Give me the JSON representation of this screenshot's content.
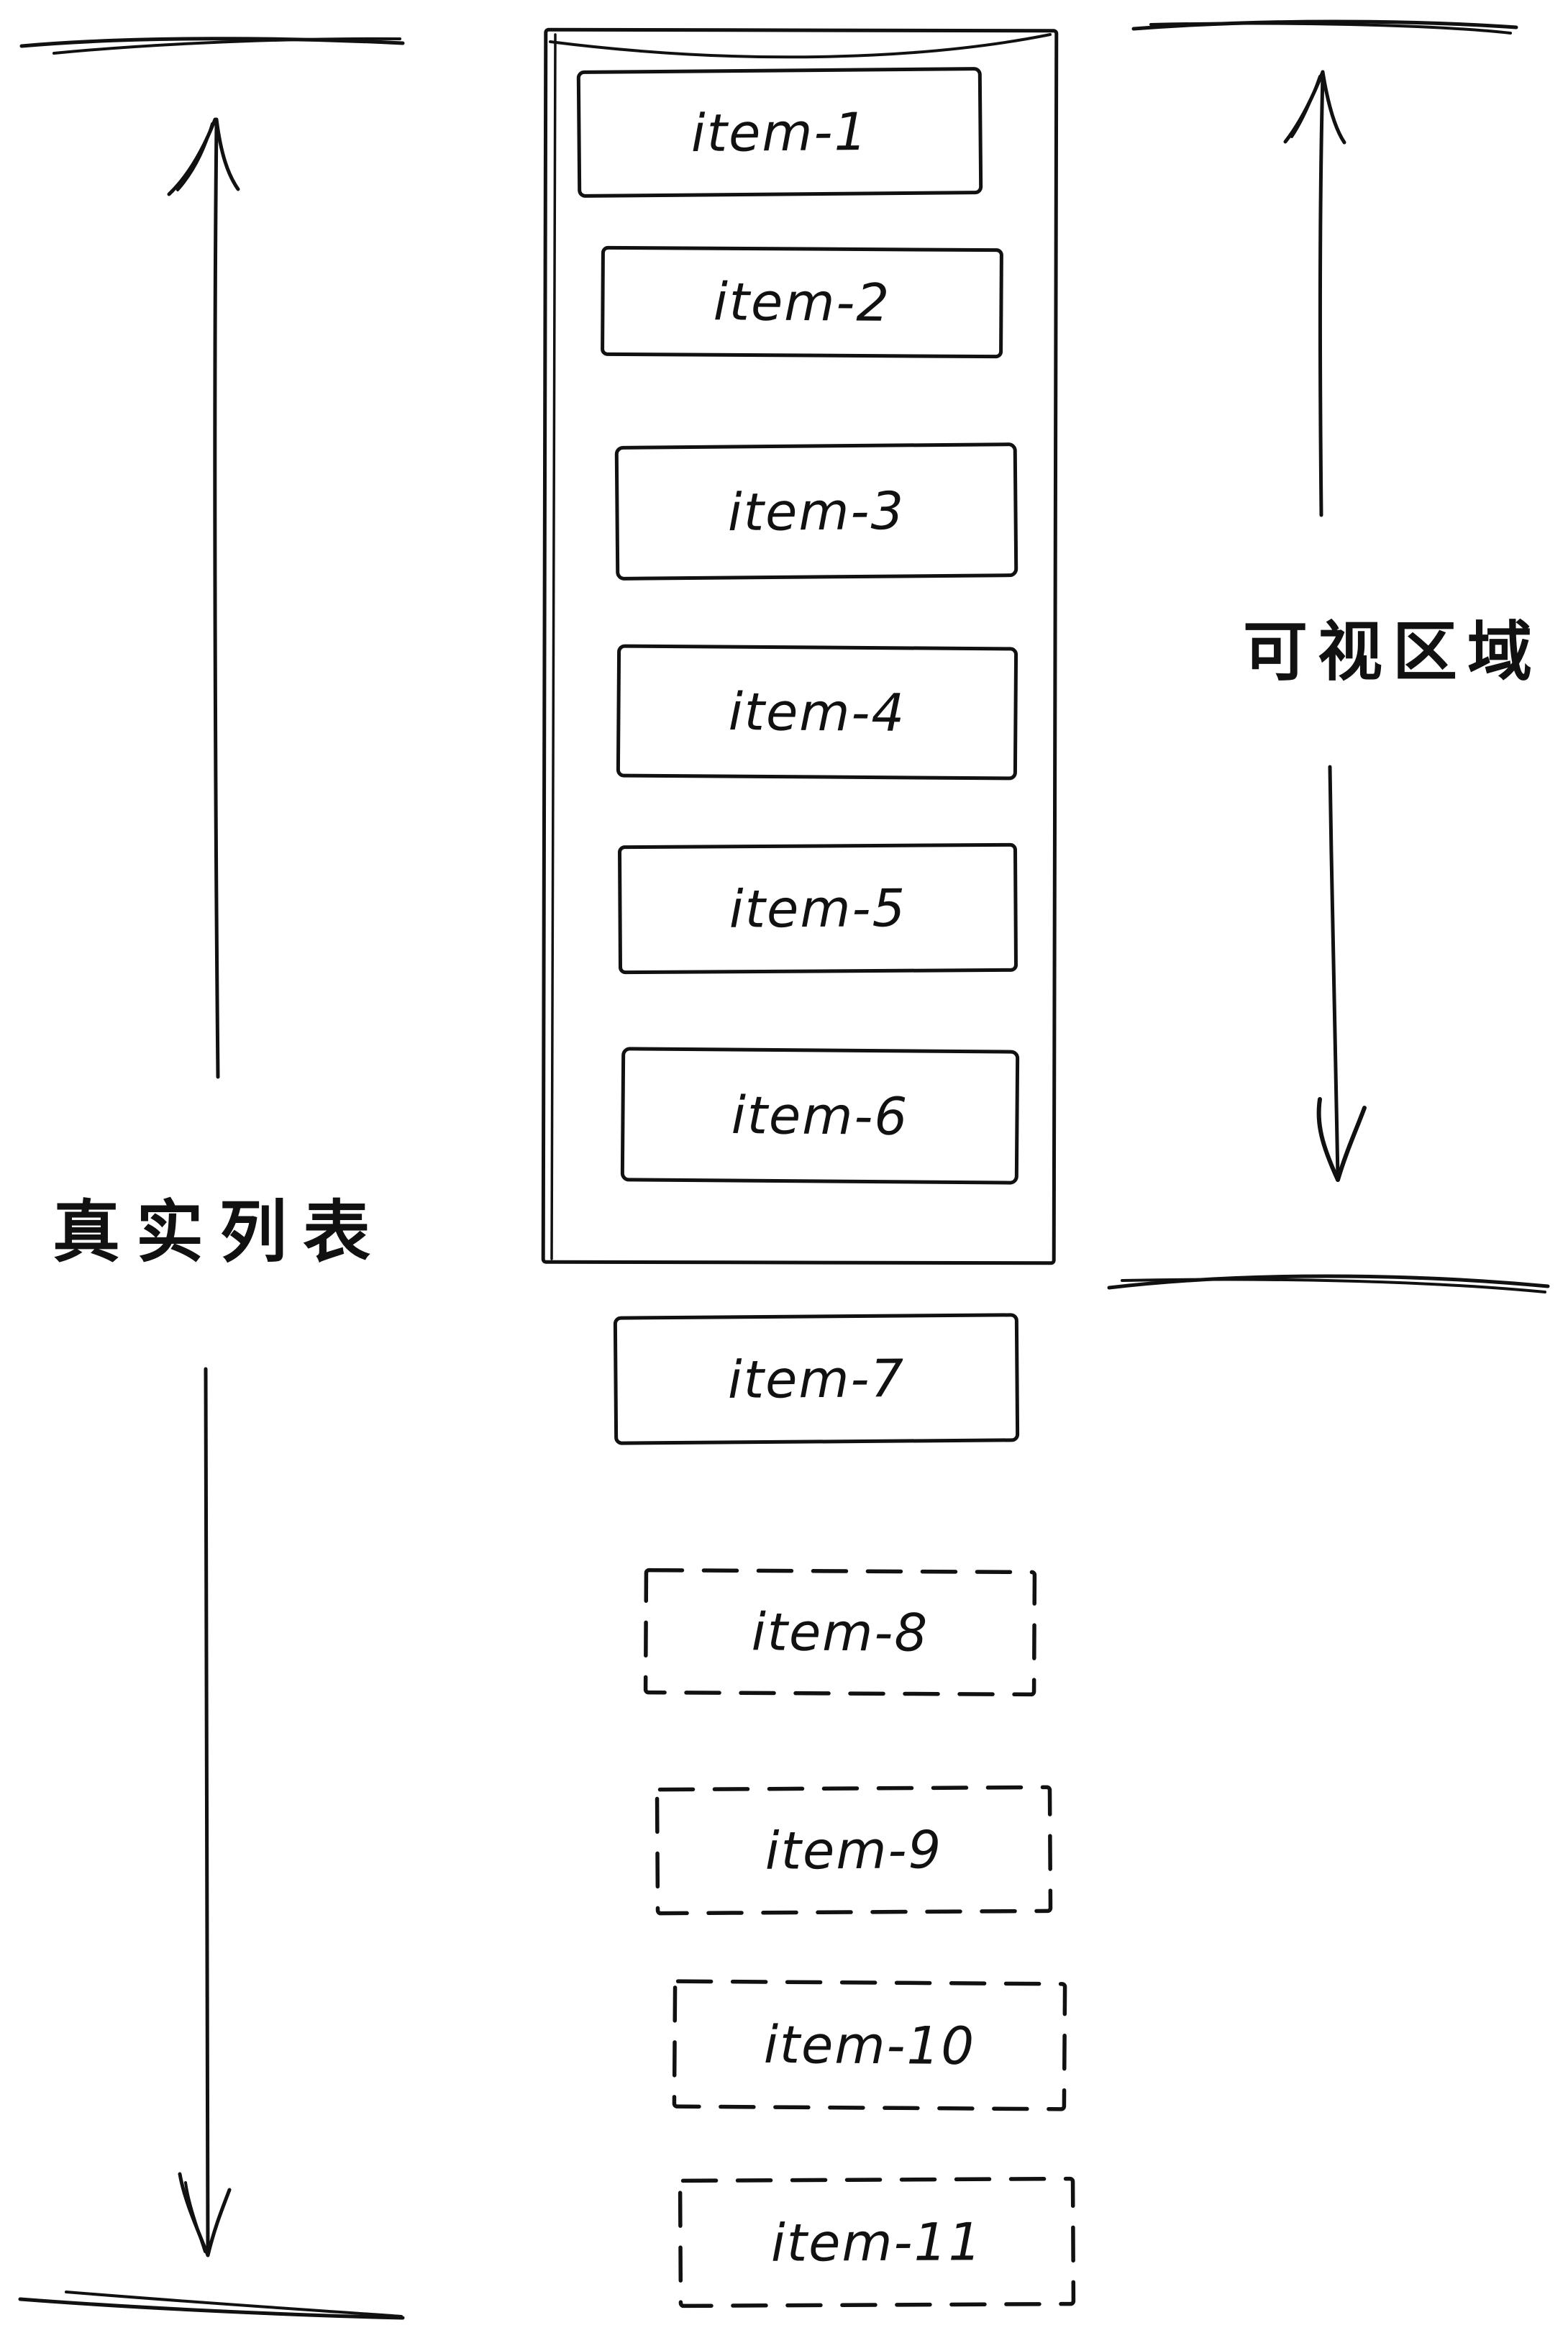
{
  "page": {
    "background": "#ffffff",
    "ink": "#111111"
  },
  "labels": {
    "real_list": "真实列表",
    "visible_area": "可视区域"
  },
  "viewport_items": [
    {
      "label": "item-1",
      "box": "solid"
    },
    {
      "label": "item-2",
      "box": "solid"
    },
    {
      "label": "item-3",
      "box": "solid"
    },
    {
      "label": "item-4",
      "box": "solid"
    },
    {
      "label": "item-5",
      "box": "solid"
    },
    {
      "label": "item-6",
      "box": "solid"
    }
  ],
  "below_items": [
    {
      "label": "item-7",
      "box": "solid"
    },
    {
      "label": "item-8",
      "box": "dashed"
    },
    {
      "label": "item-9",
      "box": "dashed"
    },
    {
      "label": "item-10",
      "box": "dashed"
    },
    {
      "label": "item-11",
      "box": "dashed"
    }
  ]
}
